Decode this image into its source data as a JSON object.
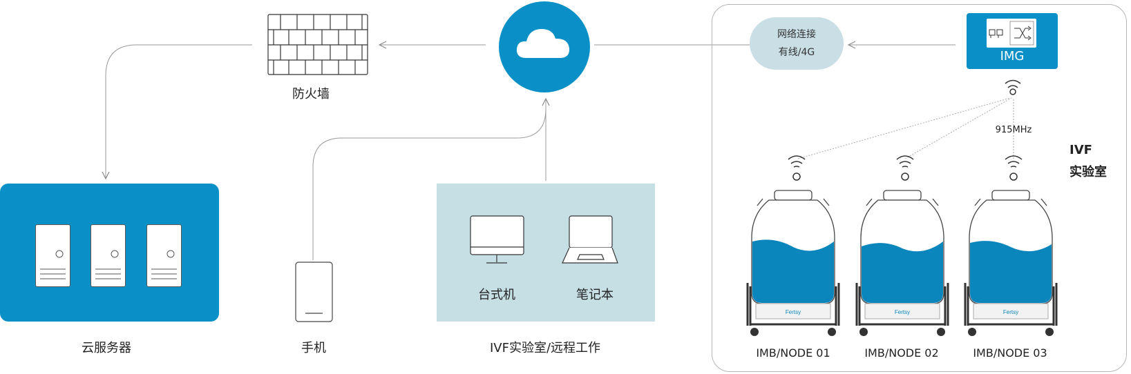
{
  "labels": {
    "firewall": "防火墙",
    "cloud_server": "云服务器",
    "phone": "手机",
    "desktop": "台式机",
    "laptop": "笔记本",
    "remote": "IVF实验室/远程工作",
    "network_line1": "网络连接",
    "network_line2": "有线/4G",
    "gateway": "IMG",
    "frequency": "915MHz",
    "lab_line1": "IVF",
    "lab_line2": "实验室",
    "brand": "Fertsy"
  },
  "nodes": [
    {
      "label": "IMB/NODE 01"
    },
    {
      "label": "IMB/NODE 02"
    },
    {
      "label": "IMB/NODE 03"
    }
  ],
  "colors": {
    "accent": "#0a90c7",
    "panel_light": "#c6dfe5",
    "pill": "#c9dfe5",
    "line": "#999999"
  },
  "icons": [
    "firewall-icon",
    "cloud-icon",
    "server-icon",
    "phone-icon",
    "desktop-icon",
    "laptop-icon",
    "switch-icon",
    "wifi-icon",
    "dewar-tank-icon"
  ]
}
